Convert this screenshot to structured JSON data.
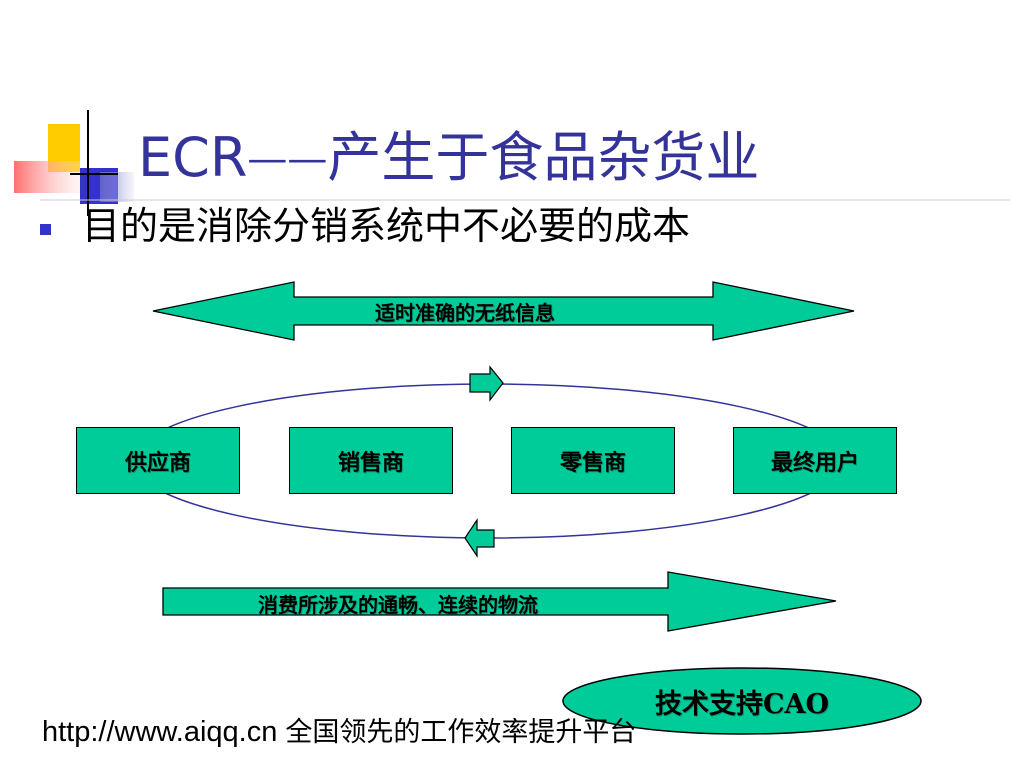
{
  "slide": {
    "title_prefix": "ECR",
    "title_dash": "——",
    "title_rest": "产生于食品杂货业",
    "bullet": "目的是消除分销系统中不必要的成本"
  },
  "diagram": {
    "info_flow_label": "适时准确的无纸信息",
    "nodes": [
      "供应商",
      "销售商",
      "零售商",
      "最终用户"
    ],
    "logistics_label": "消费所涉及的通畅、连续的物流",
    "cao_label": "技术支持CAO"
  },
  "footer": {
    "url": "http://www.aiqq.cn",
    "tagline": "全国领先的工作效率提升平台"
  },
  "colors": {
    "title": "#333399",
    "shape_fill": "#00cc99",
    "ellipse_stroke": "#333399"
  }
}
